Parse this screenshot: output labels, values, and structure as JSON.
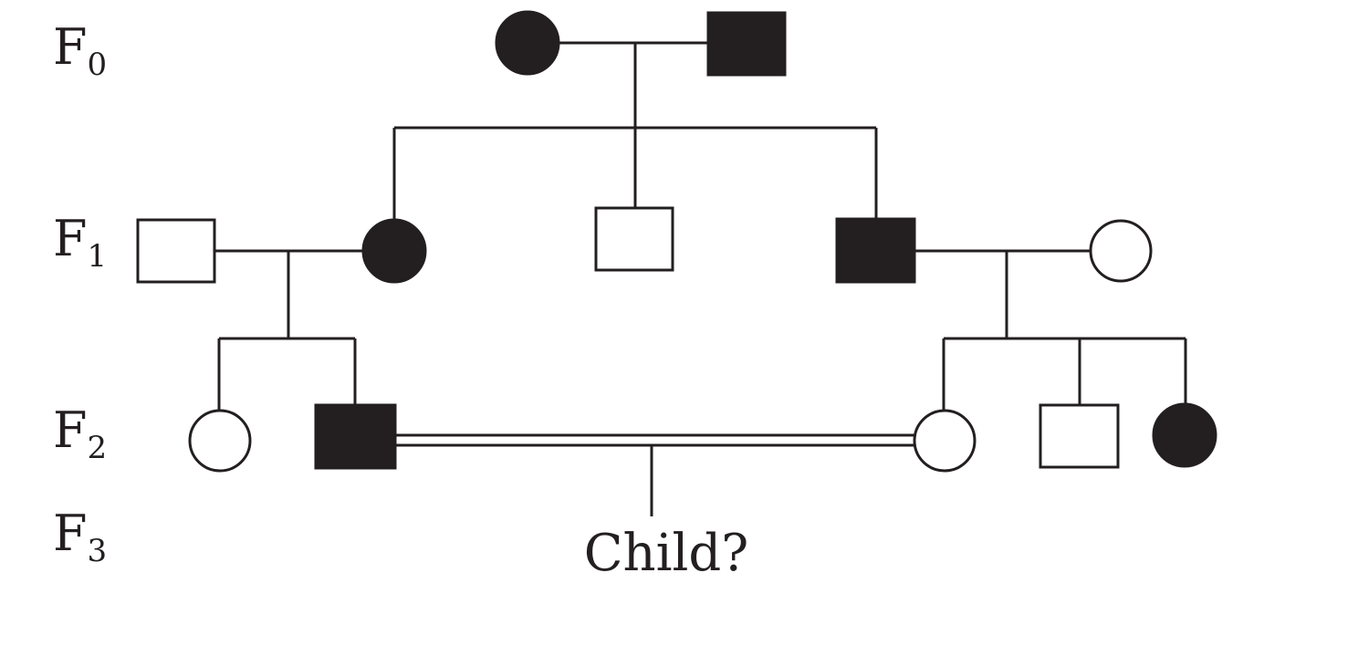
{
  "generations": [
    {
      "letter": "F",
      "number": "0"
    },
    {
      "letter": "F",
      "number": "1"
    },
    {
      "letter": "F",
      "number": "2"
    },
    {
      "letter": "F",
      "number": "3"
    }
  ],
  "child_label": "Child?",
  "colors": {
    "ink": "#231f20",
    "background": "#ffffff"
  },
  "individuals": [
    {
      "id": "f0-female",
      "generation": "F0",
      "sex": "female",
      "affected": true
    },
    {
      "id": "f0-male",
      "generation": "F0",
      "sex": "male",
      "affected": true
    },
    {
      "id": "f1-spouse-male",
      "generation": "F1",
      "sex": "male",
      "affected": false
    },
    {
      "id": "f1-daughter",
      "generation": "F1",
      "sex": "female",
      "affected": true
    },
    {
      "id": "f1-son-middle",
      "generation": "F1",
      "sex": "male",
      "affected": false
    },
    {
      "id": "f1-son-right",
      "generation": "F1",
      "sex": "male",
      "affected": true
    },
    {
      "id": "f1-spouse-female",
      "generation": "F1",
      "sex": "female",
      "affected": false
    },
    {
      "id": "f2-left-daughter",
      "generation": "F2",
      "sex": "female",
      "affected": false
    },
    {
      "id": "f2-left-son",
      "generation": "F2",
      "sex": "male",
      "affected": true
    },
    {
      "id": "f2-right-daughter",
      "generation": "F2",
      "sex": "female",
      "affected": false
    },
    {
      "id": "f2-right-son",
      "generation": "F2",
      "sex": "male",
      "affected": false
    },
    {
      "id": "f2-right-daughter-2",
      "generation": "F2",
      "sex": "female",
      "affected": true
    }
  ],
  "consanguineous_mating": {
    "between": [
      "f2-left-son",
      "f2-right-daughter"
    ]
  }
}
